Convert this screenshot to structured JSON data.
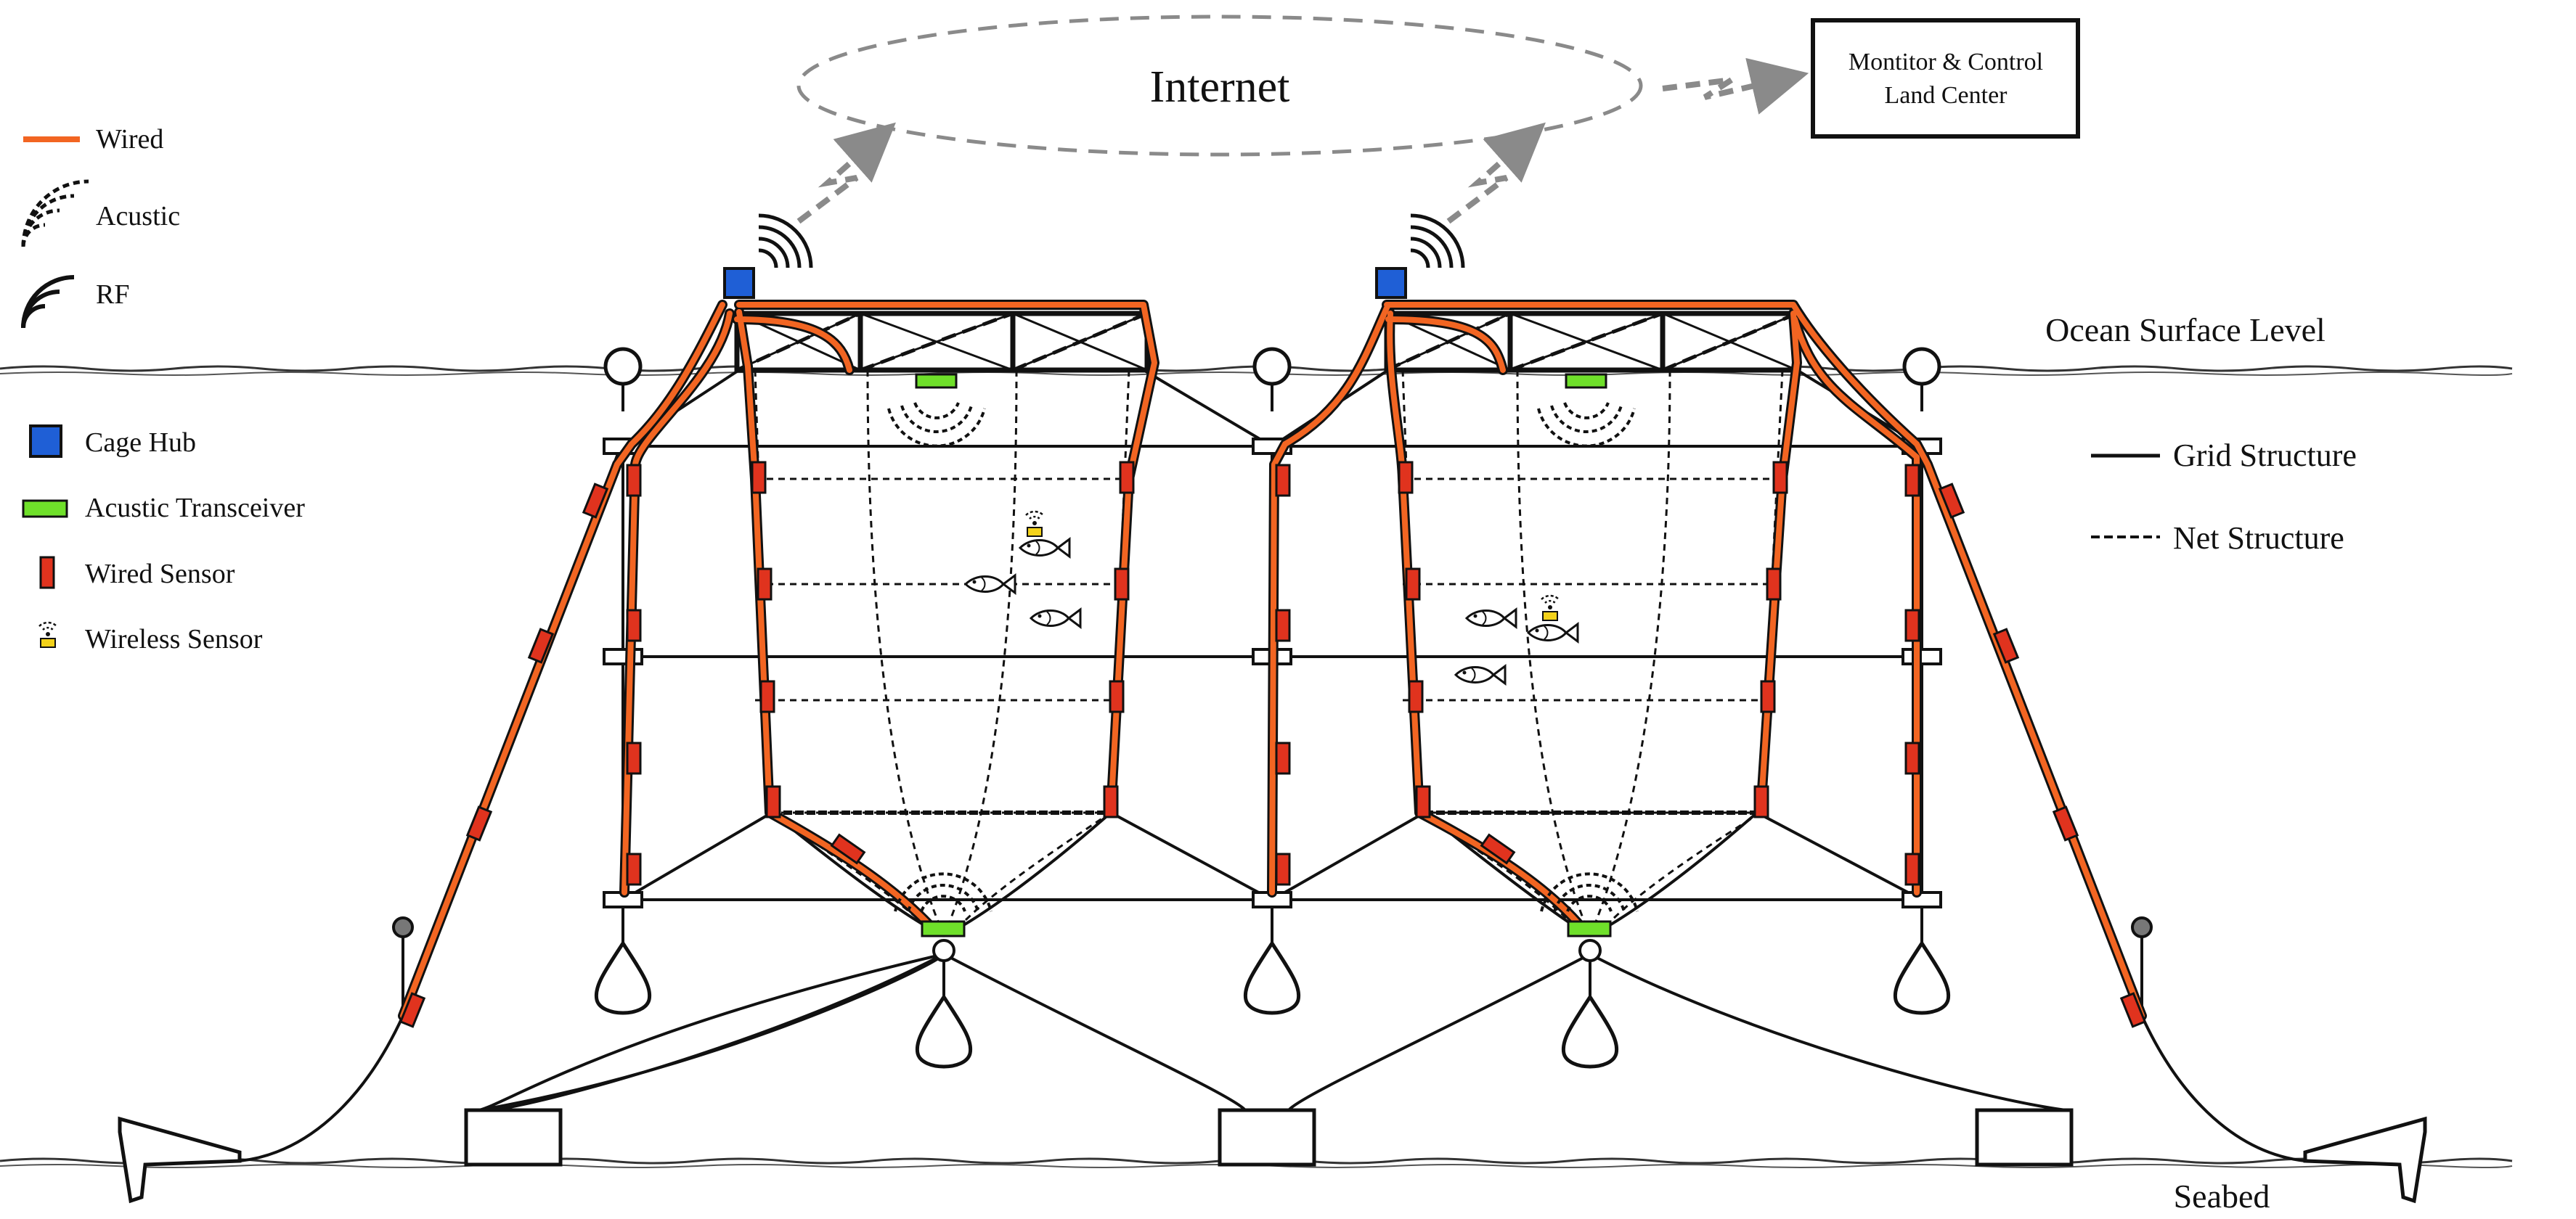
{
  "labels": {
    "internet": "Internet",
    "control_center_line1": "Montitor & Control",
    "control_center_line2": "Land Center",
    "ocean_surface": "Ocean Surface Level",
    "seabed": "Seabed"
  },
  "legend_left": [
    {
      "icon": "wired-line",
      "label": "Wired"
    },
    {
      "icon": "acoustic-icon",
      "label": "Acustic"
    },
    {
      "icon": "rf-icon",
      "label": "RF"
    },
    {
      "icon": "cage-hub-icon",
      "label": "Cage Hub"
    },
    {
      "icon": "acoustic-transceiver-icon",
      "label": "Acustic Transceiver"
    },
    {
      "icon": "wired-sensor-icon",
      "label": "Wired Sensor"
    },
    {
      "icon": "wireless-sensor-icon",
      "label": "Wireless Sensor"
    }
  ],
  "legend_right": [
    {
      "icon": "solid-line",
      "label": "Grid Structure"
    },
    {
      "icon": "dashed-line",
      "label": "Net Structure"
    }
  ],
  "colors": {
    "wired": "#f26522",
    "cage_hub": "#1f5fd6",
    "acoustic_transceiver": "#6fe02a",
    "wired_sensor": "#e0331e",
    "wireless_sensor": "#f3d21a",
    "rf_link": "#8a8a8a",
    "structure": "#111111"
  }
}
